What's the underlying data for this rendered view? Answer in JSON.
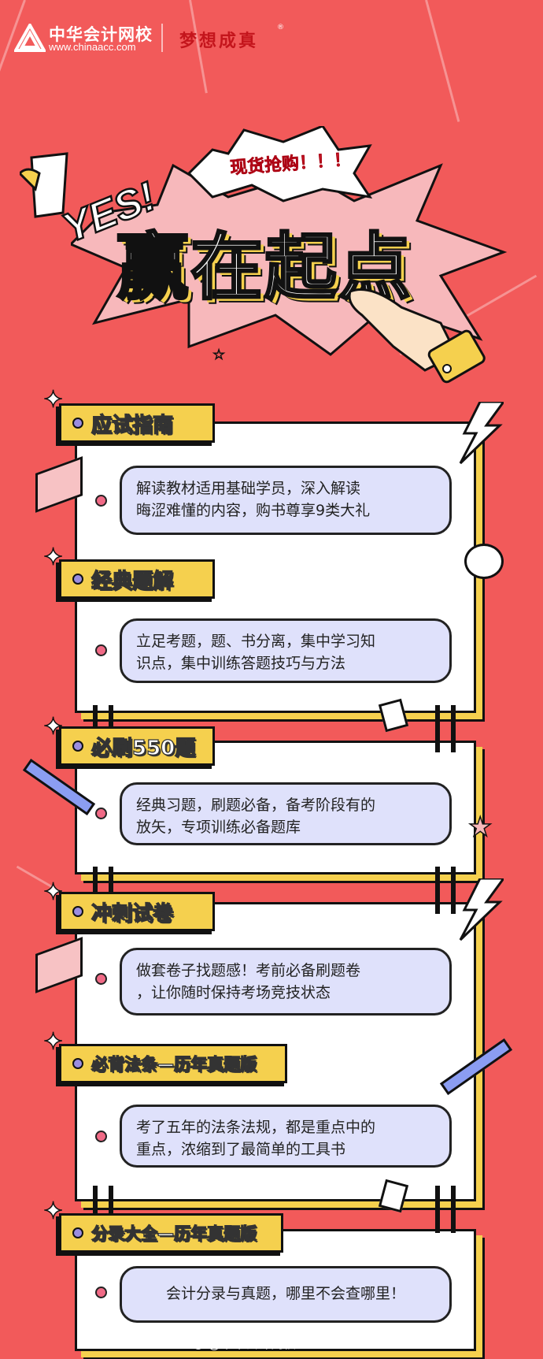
{
  "header": {
    "logo_name": "中华会计网校",
    "logo_url": "www.chinaacc.com",
    "brand": "梦想成真",
    "registered_mark": "®"
  },
  "hero": {
    "burst_text": "现货抢购！！！",
    "yes_text": "YES!",
    "title": "赢在起点"
  },
  "sections": [
    {
      "title": "应试指南",
      "desc_lines": [
        "解读教材适用基础学员，深入解读",
        "晦涩难懂的内容，购书尊享9类大礼"
      ]
    },
    {
      "title": "经典题解",
      "desc_lines": [
        "立足考题，题、书分离，集中学习知",
        "识点，集中训练答题技巧与方法"
      ]
    },
    {
      "title": "必刷550题",
      "desc_lines": [
        "经典习题，刷题必备，备考阶段有的",
        "放矢，专项训练必备题库"
      ]
    },
    {
      "title": "冲刺试卷",
      "desc_lines": [
        "做套卷子找题感！考前必备刷题卷",
        "，让你随时保持考场竞技状态"
      ]
    },
    {
      "title": "必背法条—历年真题版",
      "desc_lines": [
        "考了五年的法条法规，都是重点中的",
        "重点，浓缩到了最简单的工具书"
      ]
    },
    {
      "title": "分录大全—历年真题版",
      "desc_lines": [
        "会计分录与真题，哪里不会查哪里！"
      ]
    }
  ],
  "footer": {
    "watermark": "@中华会计网校",
    "icon": "weibo-icon"
  },
  "colors": {
    "background": "#f25a5a",
    "tab": "#f5d04e",
    "bubble": "#dfe1fb",
    "brand": "#c4151c"
  }
}
